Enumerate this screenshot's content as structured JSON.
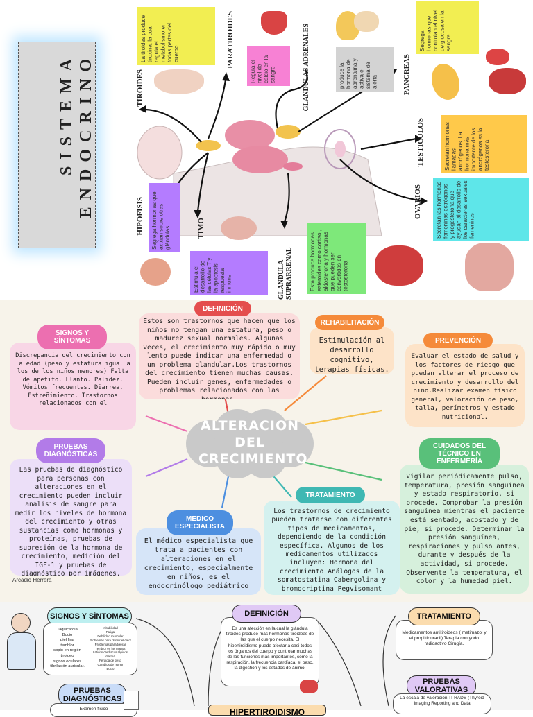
{
  "endocrine": {
    "title_line1": "SISTEMA",
    "title_line2": "ENDOCRINO",
    "labels": {
      "tiroides": "TIROIDES",
      "paratiroides": "PARATIROIDES",
      "glandulas_adrenales": "GLANDULAS ADRENALES",
      "pancreas": "PANCREAS",
      "testiculos": "TESTICULOS",
      "ovarios": "OVARIOS",
      "hipofisis": "HIPOFISIS",
      "timo": "TIMO",
      "glandula_suprarrenal": "GLANDULA SUPRARRENAL"
    },
    "notes": {
      "tiroides": "La tiroides produce tiroxina, la cual regula el metabolismo en todas partes del cuerpo",
      "paratiroides": "Regula el nivel de calcio en la sangre",
      "adrenales": "produce la hormona de adrenalina y activa el sistema de alerta",
      "pancreas": "Segrega hormonas que controlan el nivel de glucosa en la sangre",
      "testiculos": "Secretan hormonas llamadas andrógenos. La hormona más importante de los andrógenos es la testosterona",
      "ovarios": "Secretan las hormonas femeninas estrógenos y progesterona que ayudan al desarrollo de los caracteres sexuales femeninos",
      "hipofisis": "Segrega hormonas que actúan sobre otras glándulas",
      "timo": "Estimula el desarrollo de las células T y la apoptosis respuesta inmune",
      "suprarrenal": "Esta produce hormonas esteroides como cortisol, aldosterona y hormonas que pueden ser convertidas en testosterona"
    },
    "colors": {
      "yellow": "#f2ee52",
      "pink": "#f781d4",
      "gray": "#d3d3d3",
      "orange": "#ffc94a",
      "cyan": "#5ee6e9",
      "purple": "#b47cff",
      "green": "#7ee87a",
      "violet": "#c69cf6"
    }
  },
  "growth": {
    "center_title": "ALTERACION DEL CRECIMIENTO",
    "definicion": {
      "title": "DEFINICIÓN",
      "text": "Estos son trastornos que hacen que los niños no tengan una estatura, peso o madurez sexual normales. Algunas veces, el crecimiento muy rápido o muy lento puede indicar una enfermedad o un problema glandular.Los trastornos del crecimiento tienen muchas causas. Pueden incluir genes, enfermedades o problemas relacionados con las hormonas."
    },
    "rehabilitacion": {
      "title": "REHABILITACIÓN",
      "text": "Estimulación al desarrollo cognitivo, terapias físicas."
    },
    "signos": {
      "title": "SIGNOS Y SÍNTOMAS",
      "text": "Discrepancia del crecimiento con la edad (peso y estatura igual a los de los niños menores) Falta de apetito. Llanto. Palidez. Vómitos frecuentes. Diarrea. Estreñimiento. Trastornos relacionados con el"
    },
    "prevencion": {
      "title": "PREVENCIÓN",
      "text": "Evaluar el estado de salud y los factores de riesgo que puedan alterar el proceso de crecimiento y desarrollo del niño.Realizar examen físico general, valoración de peso, talla, perímetros y estado nutricional."
    },
    "pruebas": {
      "title": "PRUEBAS DIAGNÓSTICAS",
      "text": "Las pruebas de diagnóstico para personas con alteraciones en el crecimiento pueden incluir análisis de sangre para medir los niveles de hormona del crecimiento y otras sustancias como hormonas y proteínas, pruebas de supresión de la hormona de crecimiento, medición del IGF-1 y pruebas de diagnóstico por imágenes, como radiografías."
    },
    "cuidados": {
      "title": "CUIDADOS DEL TÉCNICO EN ENFERMERÍA",
      "text": "Vigilar periódicamente pulso, temperatura, presión sanguínea y estado respiratorio, si procede. Comprobar la presión sanguínea mientras el paciente está sentado, acostado y de pie, si procede. Determinar la presión sanguínea, respiraciones y pulso antes, durante y después de la actividad, si procede. Observente la temperatura, el color y la humedad piel."
    },
    "medico": {
      "title": "MÉDICO ESPECIALISTA",
      "text": "El médico especialista que trata a pacientes con alteraciones en el crecimiento, especialmente en niños, es el endocrinólogo pediátrico"
    },
    "tratamiento": {
      "title": "TRATAMIENTO",
      "text": "Los trastornos de crecimiento pueden tratarse con diferentes tipos de medicamentos, dependiendo de la condición específica. Algunos de los medicamentos utilizados incluyen: Hormona del crecimiento Análogos de la somatostatina Cabergolina y bromocriptina Pegvisomant"
    },
    "author": "Arcadio Herrera",
    "colors": {
      "pink_pill": "#ec6fb0",
      "pink_box": "#f8d6e6",
      "orange_pill": "#f58a3a",
      "orange_box": "#fde3c8",
      "purple_pill": "#b27be8",
      "purple_box": "#ecdff8",
      "green_pill": "#59c07a",
      "green_box": "#d6f0dc",
      "teal_pill": "#3fb8b3",
      "teal_box": "#d4f1ef",
      "blue_pill": "#4d8fe0",
      "blue_box": "#d6e5f8",
      "red_pill": "#e44d4d",
      "red_box": "#fbdcdc",
      "cloud": "#c9c9c9"
    }
  },
  "hyper": {
    "signos": {
      "title": "SIGNOS Y SÍNTOMAS",
      "items": [
        "Taquicardia",
        "Bocio",
        "piel fina",
        "temblor",
        "sopio en región",
        "tiroideo",
        "signos oculares",
        "fibrilación auricular."
      ],
      "items2": [
        "Irritabilidad",
        "Fatiga",
        "Debilidad muscular",
        "Problemas para dormir el calor",
        "Problemas para tolerar",
        "Temblor en las manos",
        "Latidos cardíacos rápidos",
        "diarrea",
        "Pérdida de peso",
        "Cambios de humor",
        "Bocio"
      ]
    },
    "definicion": {
      "title": "DEFINICIÓN",
      "text": "Es una afección en la cual la glándula tiroides produce más hormonas tiroideas de las que el cuerpo necesita. El hipertiroidismo puede afectar a casi todos los órganos del cuerpo y controlar muchas de las funciones más importantes, como la respiración, la frecuencia cardíaca, el peso, la digestión y los estados de ánimo."
    },
    "tratamiento": {
      "title": "TRATAMIENTO",
      "text": "Medicamentos antitiroideos ( metimazol y el propiltiouracil) Terapia con yodo radioactivo Cirugía."
    },
    "pruebas_diag": {
      "title": "PRUEBAS DIAGNÓSTICAS",
      "text": "Examen físico"
    },
    "pruebas_val": {
      "title": "PRUEBAS VALORATIVAS",
      "text": "La escala de valoración TI-RADS (Thyroid Imaging Reporting and Data"
    },
    "bottom_title": "HIPERTIROIDISMO",
    "colors": {
      "teal": "#bdeff0",
      "lilac": "#e0c9f5",
      "peach": "#fbdcae",
      "blue": "#c9dcf8"
    }
  }
}
